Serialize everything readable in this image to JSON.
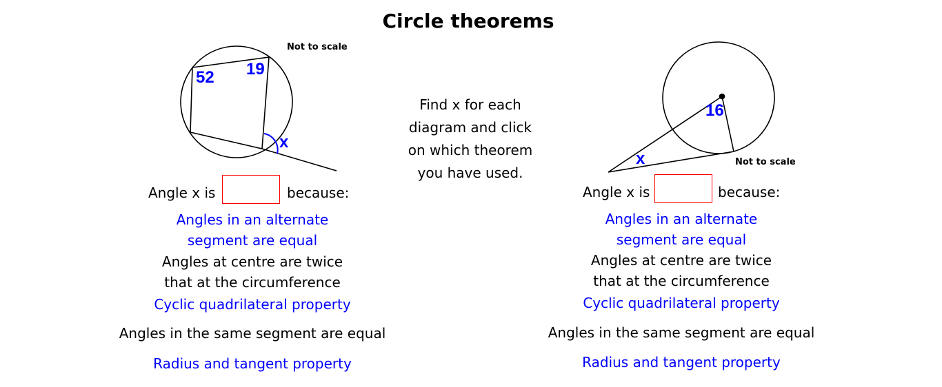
{
  "title": "Circle theorems",
  "instruction": "Find x for each diagram and click on which theorem you have used.",
  "colors": {
    "accent": "#0000ff",
    "answer_border": "#ff0000",
    "text": "#000000"
  },
  "left": {
    "note": "Not to scale",
    "angle_labels": [
      "52",
      "19",
      "x"
    ],
    "prompt_before": "Angle x is",
    "answer_value": "",
    "prompt_after": "because:",
    "options": [
      {
        "line1": "Angles in an alternate",
        "line2": "segment are equal"
      },
      {
        "line1": "Angles at centre are twice",
        "line2": "that at the circumference"
      },
      {
        "line1": "Cyclic quadrilateral property"
      },
      {
        "line1": "Angles in the same segment are equal"
      },
      {
        "line1": "Radius and tangent property"
      }
    ]
  },
  "right": {
    "note": "Not to scale",
    "angle_labels": [
      "16",
      "x"
    ],
    "prompt_before": "Angle x is",
    "answer_value": "",
    "prompt_after": "because:",
    "options": [
      {
        "line1": "Angles in an alternate",
        "line2": "segment are equal"
      },
      {
        "line1": "Angles at centre are twice",
        "line2": "that at the circumference"
      },
      {
        "line1": "Cyclic quadrilateral property"
      },
      {
        "line1": "Angles in the same segment are equal"
      },
      {
        "line1": "Radius and tangent property"
      }
    ]
  }
}
